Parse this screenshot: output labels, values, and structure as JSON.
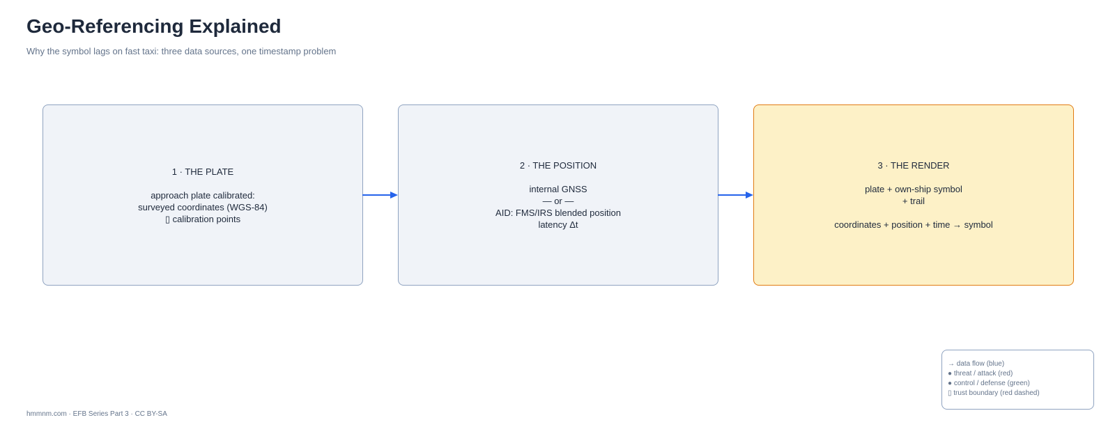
{
  "header": {
    "title": "Geo-Referencing Explained",
    "subtitle": "Why the symbol lags on fast taxi: three data sources, one timestamp problem"
  },
  "boxes": [
    {
      "heading": "1 · THE PLATE",
      "lines": [
        "approach plate calibrated:",
        "surveyed coordinates (WGS-84)",
        "▯ calibration points"
      ]
    },
    {
      "heading": "2 · THE POSITION",
      "lines": [
        "internal GNSS",
        "— or —",
        "AID: FMS/IRS blended position",
        "latency Δt"
      ]
    },
    {
      "heading": "3 · THE RENDER",
      "lines": [
        "plate + own-ship symbol",
        "+ trail"
      ],
      "lines_after_gap": [
        "coordinates + position + time → symbol"
      ]
    }
  ],
  "legend": {
    "items": [
      "→ data flow (blue)",
      "● threat / attack (red)",
      "● control / defense (green)",
      "▯ trust boundary (red dashed)"
    ]
  },
  "footer": {
    "text": "hmmnm.com · EFB Series Part 3 · CC BY-SA"
  },
  "colors": {
    "box_fill": "#f0f3f8",
    "box_border": "#8fa3c0",
    "highlight_fill": "#fdf1c7",
    "highlight_border": "#e17b12",
    "arrow": "#2563eb",
    "title": "#1e293b",
    "muted_text": "#64748b"
  }
}
